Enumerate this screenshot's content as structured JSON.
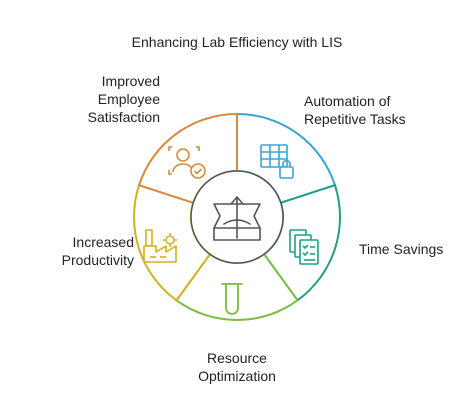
{
  "title": "Enhancing Lab Efficiency with LIS",
  "segments": [
    {
      "label_lines": [
        "Automation of",
        "Repetitive Tasks"
      ],
      "color": "#3aa5d3",
      "icon": "table-lock-icon"
    },
    {
      "label_lines": [
        "Time Savings"
      ],
      "color": "#1f9e8a",
      "icon": "checklist-documents-icon"
    },
    {
      "label_lines": [
        "Resource",
        "Optimization"
      ],
      "color": "#7bbd3f",
      "icon": "test-tube-icon"
    },
    {
      "label_lines": [
        "Increased",
        "Productivity"
      ],
      "color": "#d4b11c",
      "icon": "factory-gear-icon"
    },
    {
      "label_lines": [
        "Improved",
        "Employee",
        "Satisfaction"
      ],
      "color": "#d9893b",
      "icon": "person-check-icon"
    }
  ],
  "center_icon": "lis-hub-icon"
}
